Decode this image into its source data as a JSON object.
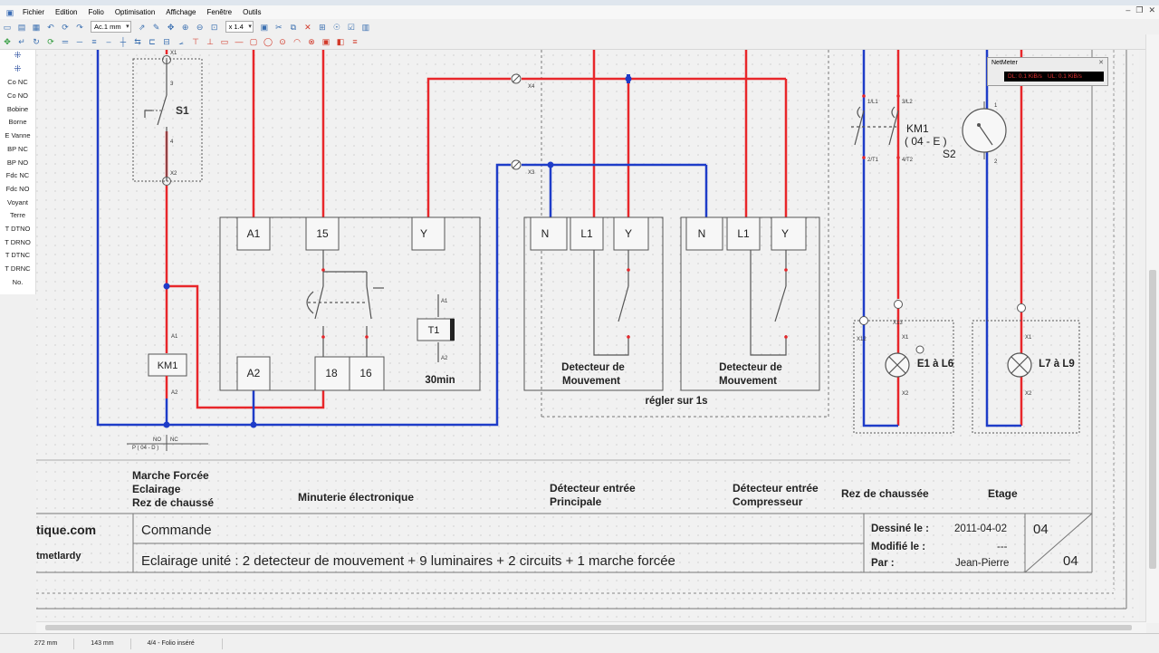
{
  "menu": [
    "Fichier",
    "Edition",
    "Folio",
    "Optimisation",
    "Affichage",
    "Fenêtre",
    "Outils"
  ],
  "toolbar": {
    "unit_combo": "Ac.1 mm",
    "zoom_combo": "x 1.4"
  },
  "palette": [
    "Co NC",
    "Co NO",
    "Bobine",
    "Borne",
    "E Vanne",
    "BP NC",
    "BP NO",
    "Fdc NC",
    "Fdc NO",
    "Voyant",
    "Terre",
    "T DTNO",
    "T DRNO",
    "T DTNC",
    "T DRNC",
    "No."
  ],
  "netmeter": {
    "title": "NetMeter",
    "dl": "DL: 0.1 KiB/s",
    "ul": "UL: 0.1 KiB/s"
  },
  "status": {
    "x": "272 mm",
    "y": "143 mm",
    "folio": "4/4 - Folio inséré"
  },
  "schematic": {
    "s1": {
      "label": "S1",
      "t_top": "3",
      "t_bot": "4",
      "x1": "X1",
      "x2": "X2"
    },
    "km1_coil": {
      "label": "KM1",
      "a1": "A1",
      "a2": "A2",
      "no": "NO",
      "nc": "NC",
      "ref": "P ( 04 - D )"
    },
    "timer": {
      "a1": "A1",
      "t15": "15",
      "y": "Y",
      "a2": "A2",
      "t18": "18",
      "t16": "16",
      "t1": "T1",
      "t1_a1": "A1",
      "t1_a2": "A2",
      "duration": "30min"
    },
    "det1": {
      "n": "N",
      "l1": "L1",
      "y": "Y",
      "label1": "Detecteur de",
      "label2": "Mouvement"
    },
    "det2": {
      "n": "N",
      "l1": "L1",
      "y": "Y",
      "label1": "Detecteur de",
      "label2": "Mouvement"
    },
    "setting": "régler sur 1s",
    "x3": "X3",
    "x4": "X4",
    "km1_contact": {
      "label": "KM1",
      "ref": "( 04 - E )",
      "t1": "1/L1",
      "t2": "2/T1",
      "t3": "3/L2",
      "t4": "4/T2"
    },
    "s2": {
      "label": "S2",
      "t1": "1",
      "t2": "2"
    },
    "lamp1": {
      "label": "E1 à L6",
      "x1": "X1",
      "x2": "X2",
      "x12": "X12",
      "x13": "X13"
    },
    "lamp2": {
      "label": "L7 à L9",
      "x1": "X1",
      "x2": "X2"
    }
  },
  "columns": [
    {
      "line1": "Marche Forcée",
      "line2": "Eclairage",
      "line3": "Rez de chaussé"
    },
    {
      "line1": "Minuterie électronique"
    },
    {
      "line1": "Détecteur entrée",
      "line2": "Principale"
    },
    {
      "line1": "Détecteur entrée",
      "line2": "Compresseur"
    },
    {
      "line1": "Rez de chaussée"
    },
    {
      "line1": "Etage"
    }
  ],
  "titleblock": {
    "site": "tique.com",
    "author": "tmetlardy",
    "heading": "Commande",
    "description": "Eclairage unité : 2 detecteur de mouvement + 9 luminaires + 2 circuits + 1 marche forcée",
    "drawn_label": "Dessiné le :",
    "drawn_value": "2011-04-02",
    "modified_label": "Modifié le :",
    "modified_value": "---",
    "by_label": "Par :",
    "by_value": "Jean-Pierre",
    "folio": "04",
    "total": "04"
  },
  "colors": {
    "red": "#e8262a",
    "blue": "#1e3cc8",
    "ink": "#333333"
  }
}
